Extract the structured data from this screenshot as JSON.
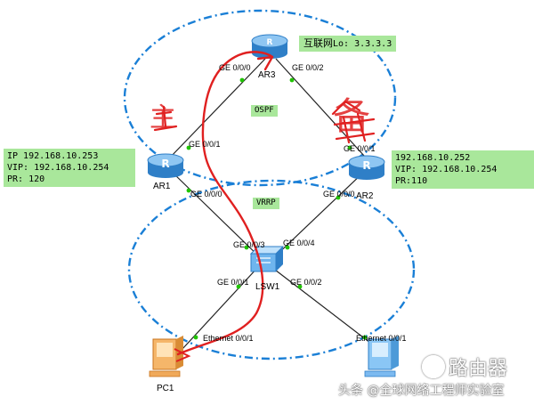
{
  "top_caption": {
    "prefix": "互联网",
    "suffix": "Lo: 3.3.3.3"
  },
  "zones": {
    "ospf": "OSPF",
    "vrrp": "VRRP"
  },
  "devices": {
    "ar1": "AR1",
    "ar2": "AR2",
    "ar3": "AR3",
    "lsw1": "LSW1",
    "pc1": "PC1"
  },
  "interfaces": {
    "ar3_left": "GE 0/0/0",
    "ar3_right": "GE 0/0/2",
    "ar1_up": "GE 0/0/1",
    "ar1_down": "GE 0/0/0",
    "ar2_up": "GE 0/0/1",
    "ar2_down": "GE 0/0/0",
    "lsw_ar1": "GE 0/0/3",
    "lsw_ar2": "GE 0/0/4",
    "lsw_pc1": "GE 0/0/1",
    "lsw_pc2": "GE 0/0/2",
    "pc1_eth": "Ethernet 0/0/1",
    "pc2_eth": "Ethernet 0/0/1"
  },
  "ar1_info": {
    "line1": "IP 192.168.10.253",
    "line2": "VIP: 192.168.10.254",
    "line3": "PR: 120"
  },
  "ar2_info": {
    "line1": "192.168.10.252",
    "line2": "VIP: 192.168.10.254",
    "line3": "PR:110"
  },
  "handwriting": {
    "ar1_mark": "主",
    "ar2_mark": "备"
  },
  "watermark": {
    "brand": "路由器",
    "credit": "头条 @全球网络工程师实验室"
  },
  "colors": {
    "ellipse": "#1a7fd6",
    "link": "#222222",
    "router": "#5aa6e6",
    "caption_bg": "#a9e79b",
    "annotation": "#e02020"
  },
  "icons": {
    "router": "router-icon",
    "switch": "switch-icon",
    "pc": "pc-icon"
  }
}
